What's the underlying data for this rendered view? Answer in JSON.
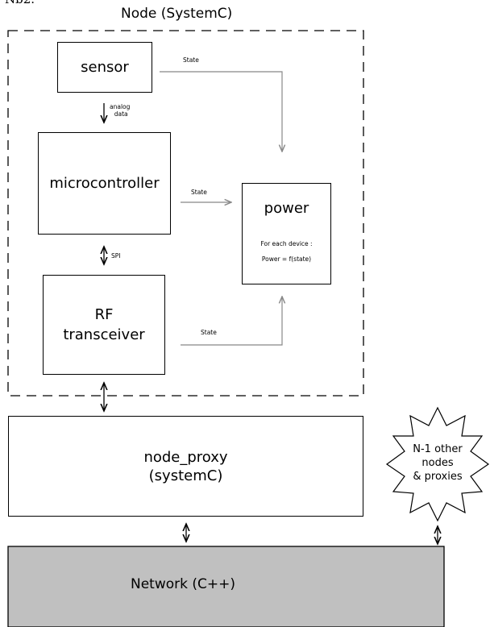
{
  "header": {
    "cut_text": "Nb2.",
    "title": "Node (SystemC)"
  },
  "node": {
    "sensor": "sensor",
    "analog_label_1": "analog",
    "analog_label_2": "data",
    "microcontroller": "microcontroller",
    "spi_label": "SPI",
    "rf_line1": "RF",
    "rf_line2": "transceiver",
    "power_title": "power",
    "power_line1": "For each device :",
    "power_line2": "Power = f(state)",
    "state_sensor": "State",
    "state_micro": "State",
    "state_rf": "State"
  },
  "proxy": {
    "line1": "node_proxy",
    "line2": "(systemC)"
  },
  "others": {
    "line1": "N-1 other",
    "line2": "nodes",
    "line3": "& proxies"
  },
  "network": {
    "label": "Network  (C++)"
  },
  "colors": {
    "arrow_gray": "#888888",
    "network_fill": "#c0c0c0"
  }
}
